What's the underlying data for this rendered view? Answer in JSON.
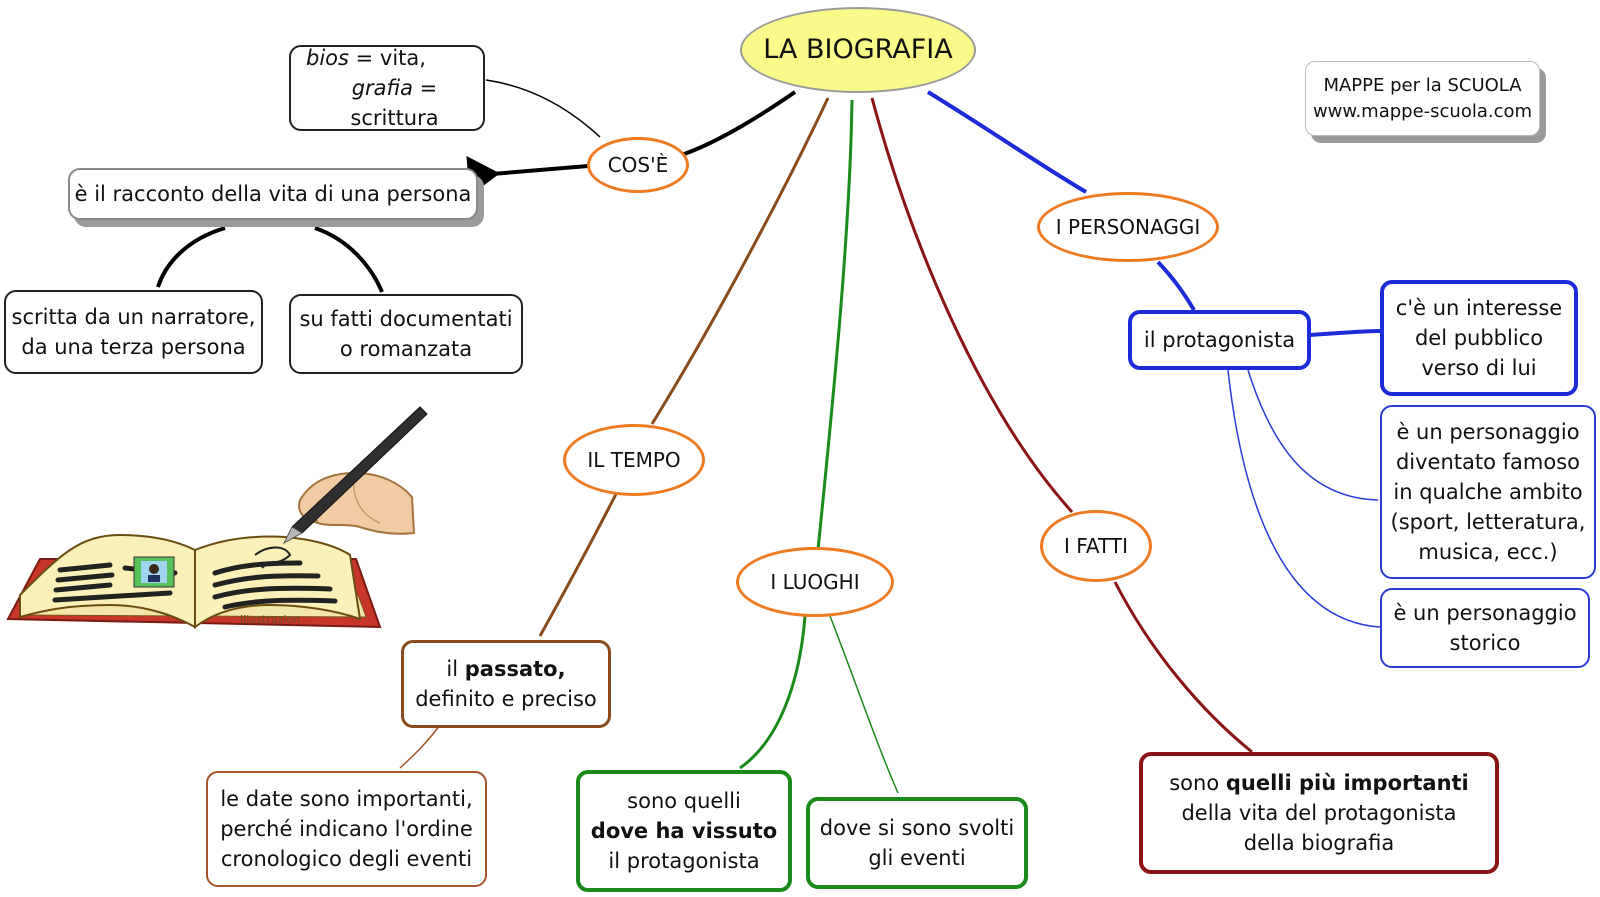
{
  "title": "LA BIOGRAFIA",
  "watermark": {
    "line1": "MAPPE per la SCUOLA",
    "line2": "www.mappe-scuola.com"
  },
  "branches": {
    "cose": "COS'È",
    "tempo": "IL TEMPO",
    "luoghi": "I LUOGHI",
    "fatti": "I FATTI",
    "personaggi": "I PERSONAGGI"
  },
  "etymology": {
    "word1": "bios",
    "rest1": " = vita,",
    "word2": "grafia",
    "rest2": " = scrittura"
  },
  "definition": "è il racconto della vita di una persona",
  "narratore": {
    "line1": "scritta da un narratore,",
    "line2": "da una terza persona"
  },
  "fatti_doc": {
    "line1": "su fatti documentati",
    "line2": "o romanzata"
  },
  "passato": {
    "pre": "il ",
    "bold": "passato,",
    "line2": "definito e preciso"
  },
  "date": {
    "line1": "le date sono importanti,",
    "line2": "perché indicano l'ordine",
    "line3": "cronologico degli eventi"
  },
  "vissuto": {
    "line1": "sono quelli",
    "bold": "dove ha vissuto",
    "line3": "il protagonista"
  },
  "eventi": {
    "line1": "dove si sono svolti",
    "line2": "gli eventi"
  },
  "importanti": {
    "pre": "sono ",
    "bold": "quelli più importanti",
    "line2": "della vita del protagonista",
    "line3": "della biografia"
  },
  "protagonista": "il protagonista",
  "interesse": {
    "line1": "c'è un interesse",
    "line2": "del pubblico",
    "line3": "verso di lui"
  },
  "famoso": {
    "line1": "è un personaggio",
    "line2": "diventato famoso",
    "line3": "in qualche ambito",
    "line4": "(sport, letteratura,",
    "line5": "musica, ecc.)"
  },
  "storico": {
    "line1": "è un personaggio",
    "line2": "storico"
  },
  "illustration": {
    "caption": "Illustrazion"
  },
  "colors": {
    "orange": "#ee7a22",
    "brown": "#8a4a1c",
    "green": "#1a8a1a",
    "darkred": "#8a1414",
    "blue": "#1c2cd8",
    "title_fill": "#fafa8a"
  }
}
